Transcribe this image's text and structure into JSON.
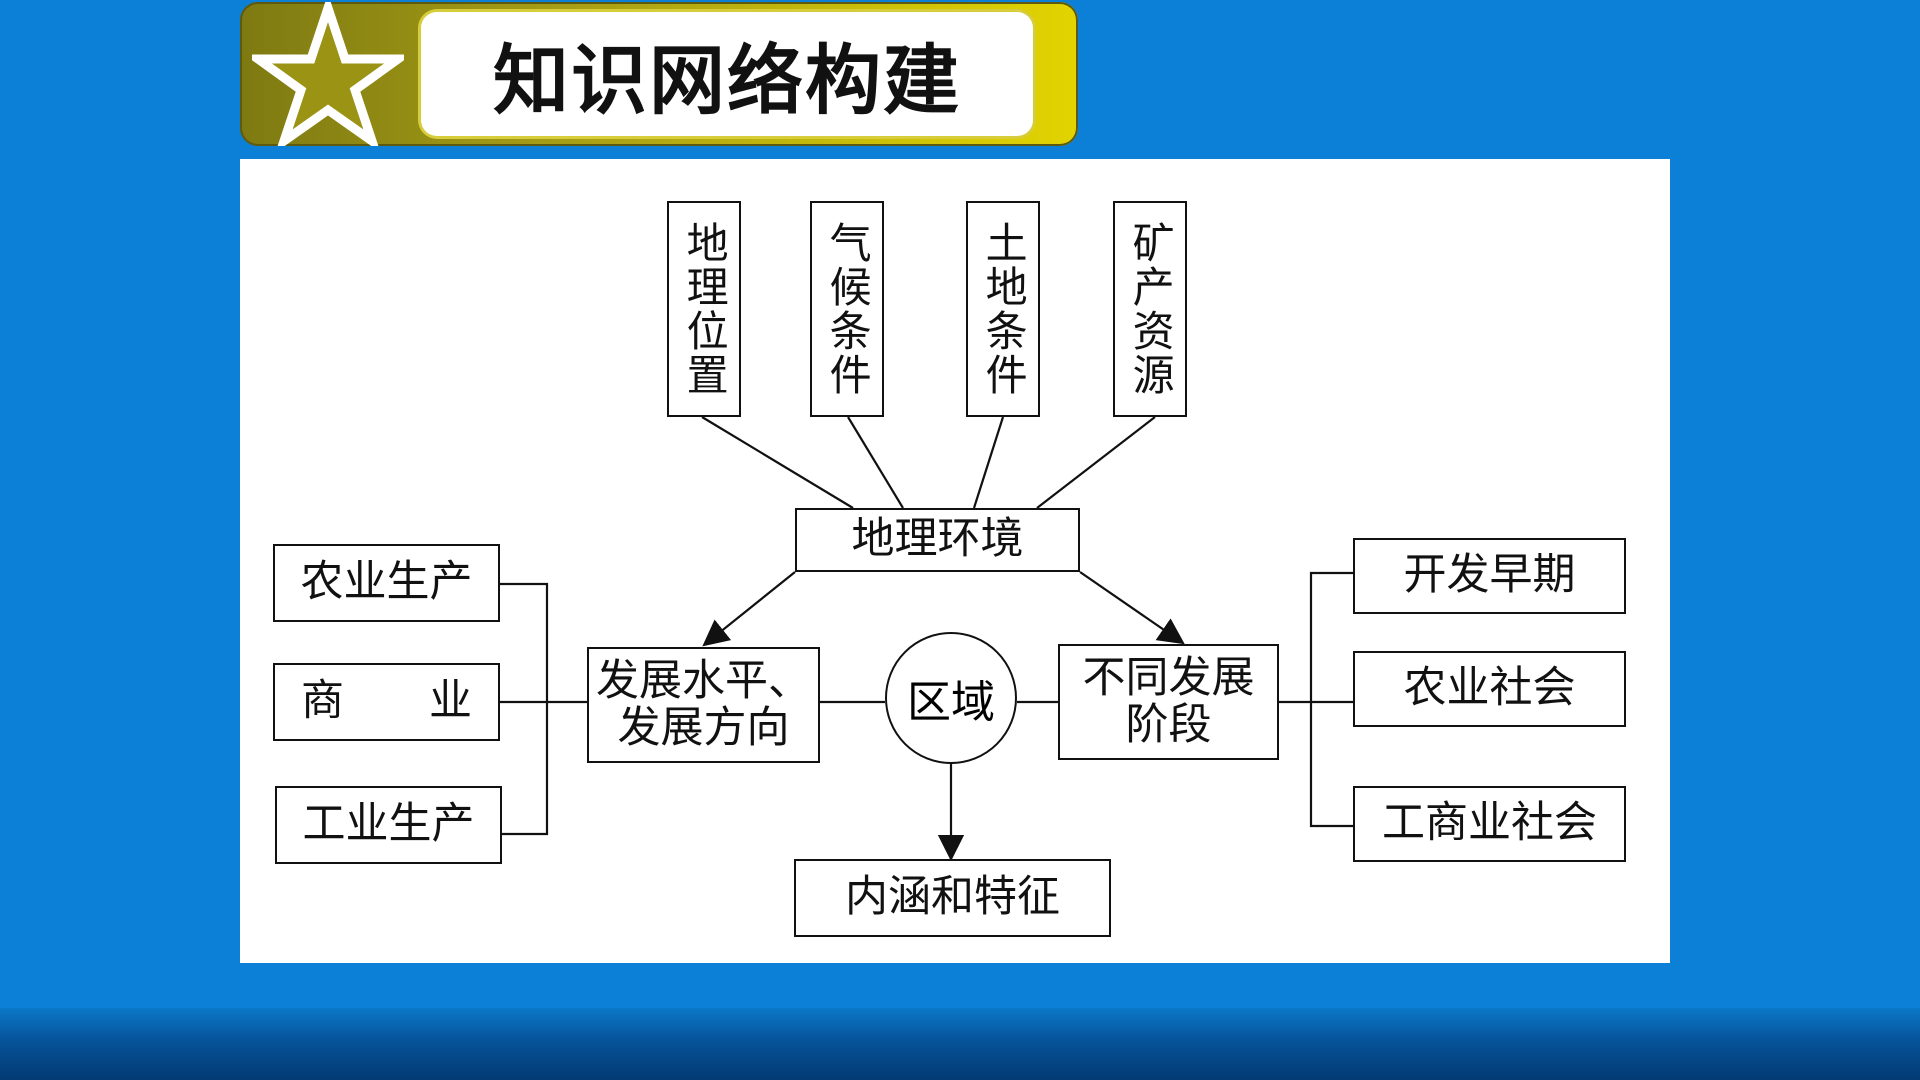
{
  "title": "知识网络构建",
  "colors": {
    "background": "#0B80D6",
    "banner_left": "#7e7a12",
    "banner_right": "#e2d400"
  },
  "icons": {
    "banner": "star-icon"
  },
  "diagram": {
    "factors": [
      "地理位置",
      "气候条件",
      "土地条件",
      "矿产资源"
    ],
    "environment": "地理环境",
    "center": "区域",
    "development_level": [
      "发展水平、",
      "发展方向"
    ],
    "stages_label": [
      "不同发展",
      "阶段"
    ],
    "features": "内涵和特征",
    "sectors": [
      "农业生产",
      "商",
      "业",
      "工业生产"
    ],
    "stages": [
      "开发早期",
      "农业社会",
      "工商业社会"
    ]
  }
}
